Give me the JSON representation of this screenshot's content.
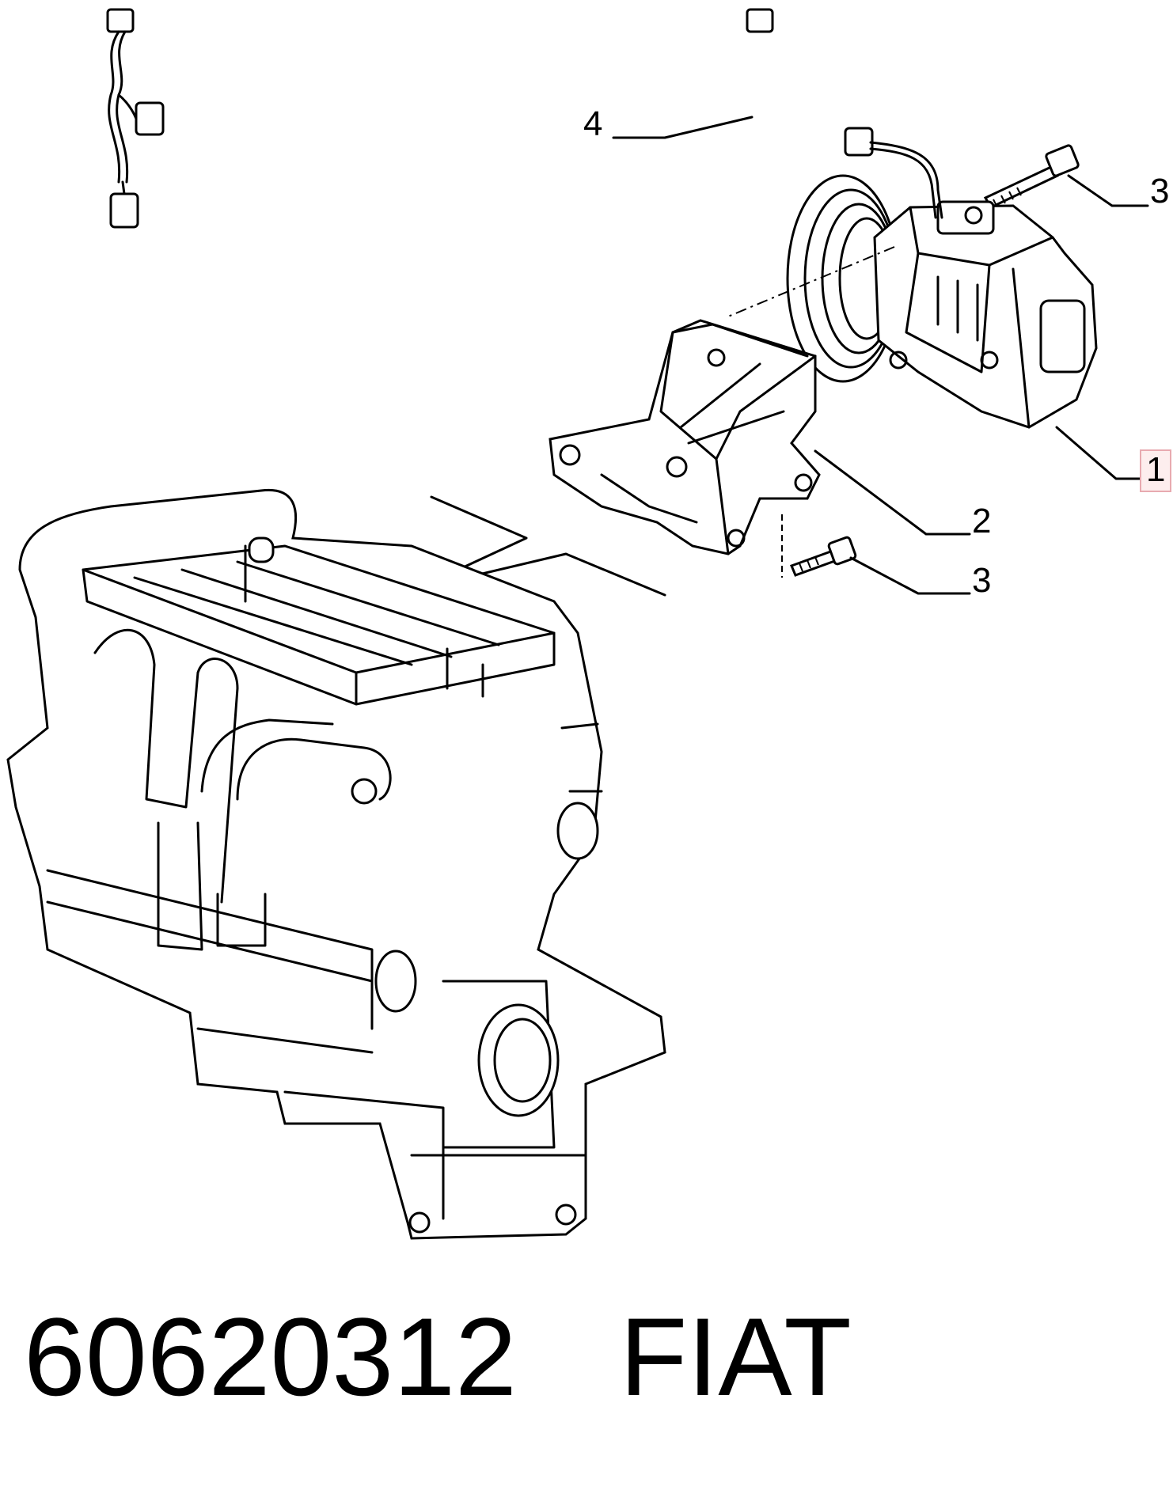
{
  "callouts": [
    {
      "id": "1",
      "text": "1",
      "highlighted": true
    },
    {
      "id": "2",
      "text": "2",
      "highlighted": false
    },
    {
      "id": "3a",
      "text": "3",
      "highlighted": false
    },
    {
      "id": "3b",
      "text": "3",
      "highlighted": false
    },
    {
      "id": "4",
      "text": "4",
      "highlighted": false
    }
  ],
  "footer": {
    "part_number": "60620312",
    "brand": "FIAT"
  },
  "colors": {
    "line": "#000000",
    "highlight_border": "#e8aab0",
    "highlight_fill": "#fdeeee"
  }
}
